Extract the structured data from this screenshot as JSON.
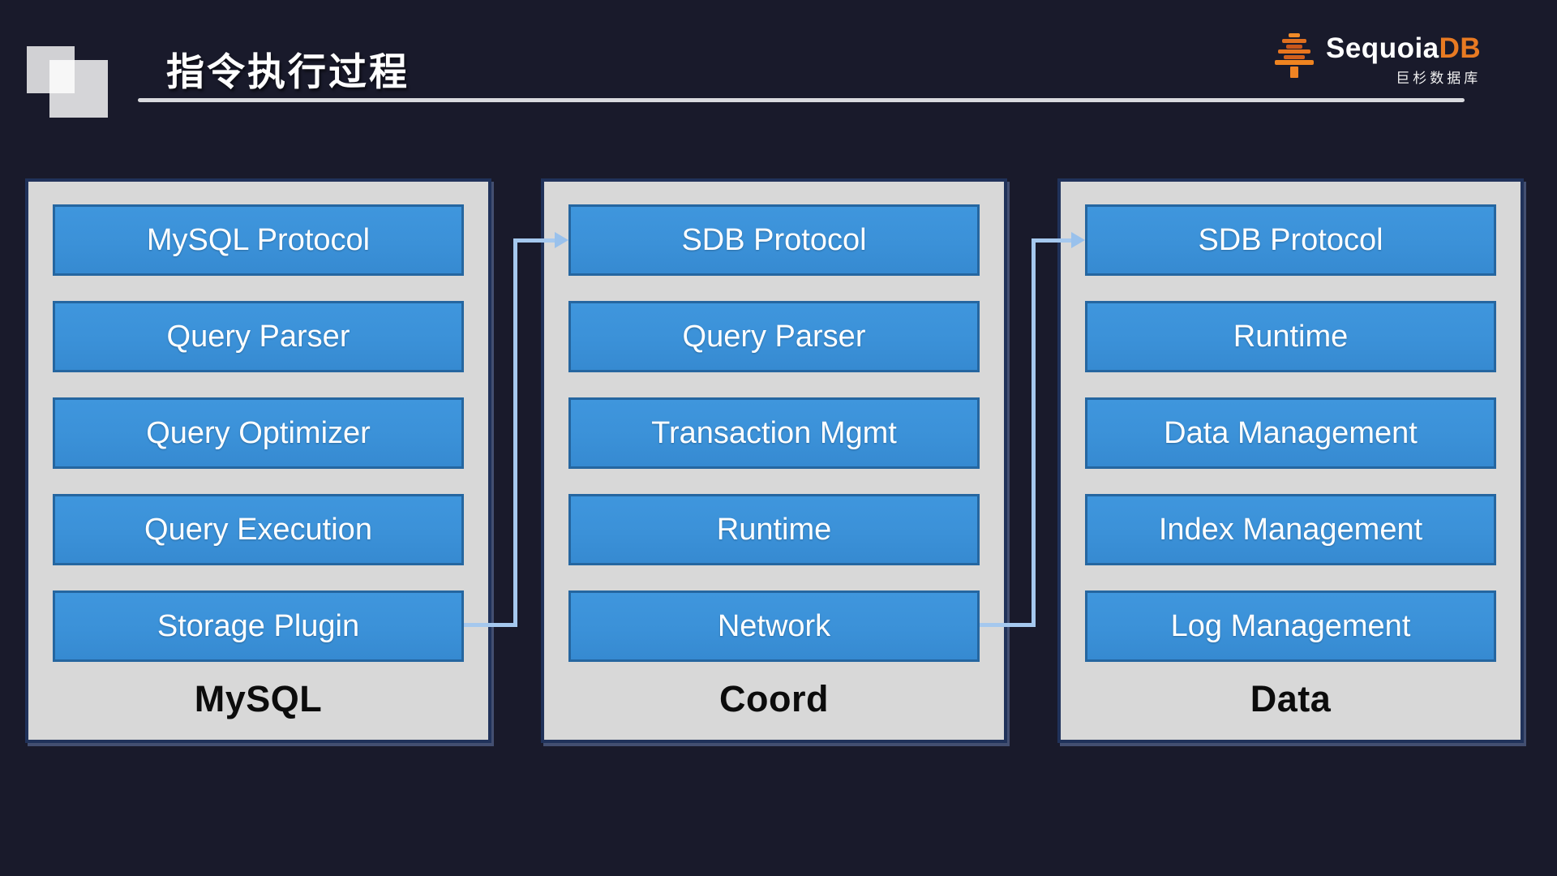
{
  "header": {
    "title": "指令执行过程",
    "brand": {
      "name_main": "Sequoia",
      "name_suffix": "DB",
      "name_cn": "巨杉数据库",
      "accent_orange": "#e87a22"
    }
  },
  "diagram": {
    "panels": [
      {
        "label": "MySQL",
        "boxes": [
          "MySQL Protocol",
          "Query Parser",
          "Query Optimizer",
          "Query Execution",
          "Storage Plugin"
        ]
      },
      {
        "label": "Coord",
        "boxes": [
          "SDB Protocol",
          "Query Parser",
          "Transaction Mgmt",
          "Runtime",
          "Network"
        ]
      },
      {
        "label": "Data",
        "boxes": [
          "SDB Protocol",
          "Runtime",
          "Data Management",
          "Index Management",
          "Log Management"
        ]
      }
    ],
    "connectors": [
      {
        "from": "MySQL / Storage Plugin",
        "to": "Coord / SDB Protocol"
      },
      {
        "from": "Coord / Network",
        "to": "Data / SDB Protocol"
      }
    ],
    "colors": {
      "background": "#191a2b",
      "panel_fill": "#d8d8d8",
      "panel_border": "#20325a",
      "box_fill": "#3b91d8",
      "box_border": "#2566a0",
      "connector": "#a5c8ee",
      "title_text": "#ffffff",
      "label_text": "#0c0c0c"
    }
  }
}
